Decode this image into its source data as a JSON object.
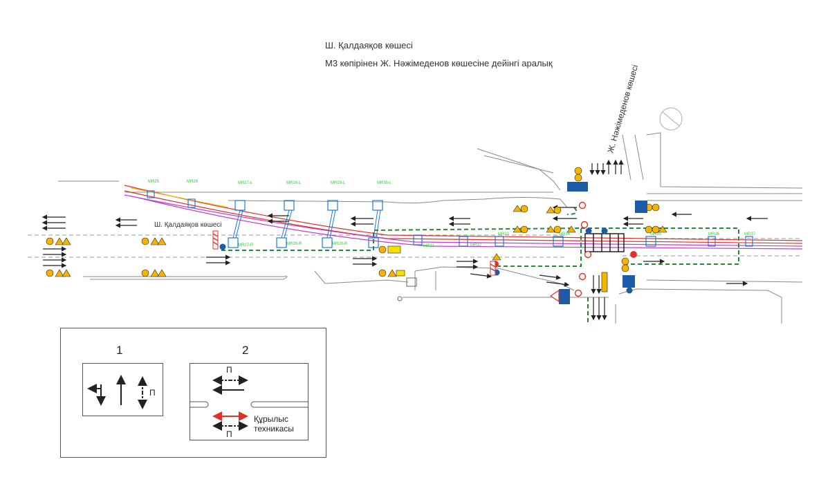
{
  "header": {
    "street_title": "Ш. Қалдаяқов көшесі",
    "section_title": "М3 көпірінен Ж. Нәжімеденов көшесіне дейінгі аралық"
  },
  "map": {
    "main_street_label": "Ш. Қалдаяқов көшесі",
    "cross_street_label": "Ж. Нәжімеденов көшесі",
    "markers": [
      "MR25",
      "MR26",
      "MR27-L",
      "MR28-L",
      "MR29-L",
      "MR30-L",
      "MR27-R",
      "MR28-R",
      "MR29-R",
      "MR31",
      "MR32",
      "MR33",
      "MR34",
      "MR35",
      "MR36",
      "MR37"
    ],
    "colors": {
      "marker": "#22dd22",
      "work_zone": "#1e8a3a",
      "pipe_red": "#e0302a",
      "pipe_magenta": "#c23ad0",
      "sign_yellow": "#f5b400",
      "sign_blue": "#1d5aa8"
    }
  },
  "legend": {
    "panel1": {
      "number": "1",
      "arrow_label": "П"
    },
    "panel2": {
      "number": "2",
      "top_label": "П",
      "bottom_label": "П",
      "construction_line1": "Құрылыс",
      "construction_line2": "техникасы"
    }
  }
}
